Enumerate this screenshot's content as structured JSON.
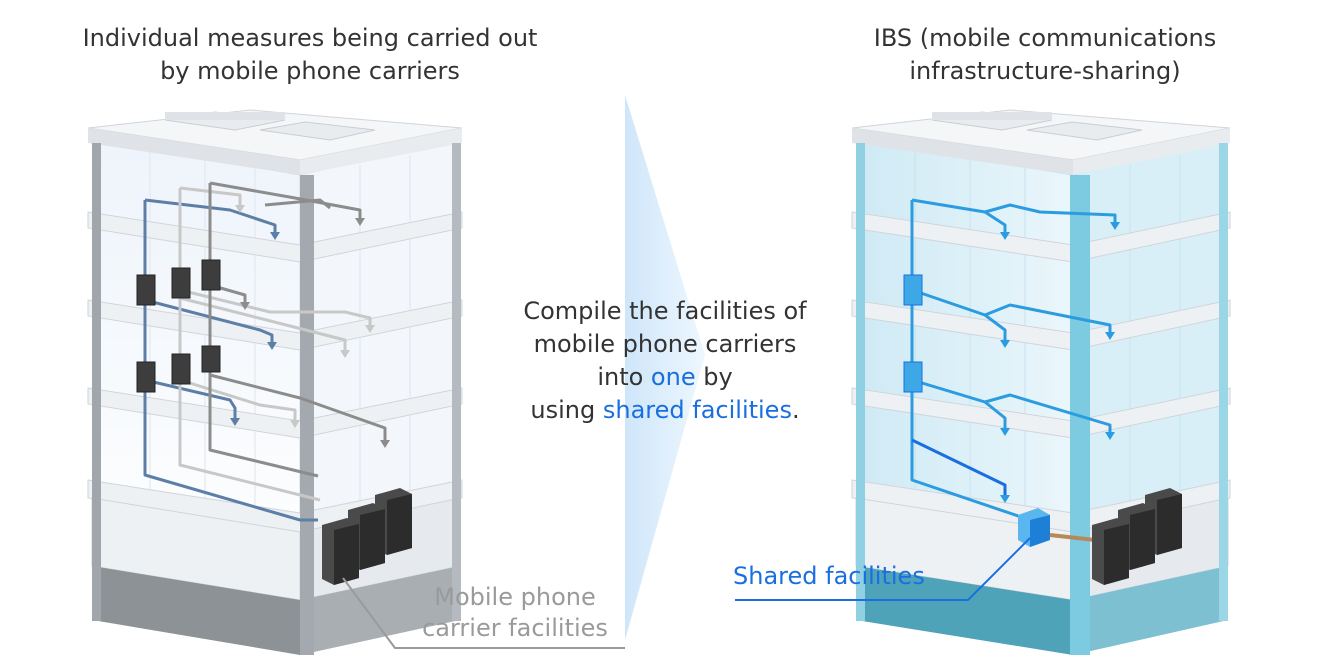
{
  "left_panel": {
    "title_lines": [
      "Individual measures being carried out",
      "by mobile phone carriers"
    ],
    "callout_lines": [
      "Mobile phone",
      "carrier facilities"
    ]
  },
  "center": {
    "line1": "Compile the facilities of",
    "line2": "mobile phone carriers",
    "line3_pre": "into ",
    "line3_hl": "one",
    "line3_post": " by",
    "line4_pre": "using ",
    "line4_hl": "shared facilities",
    "line4_post": "."
  },
  "right_panel": {
    "title_lines": [
      "IBS (mobile communications",
      "infrastructure-sharing)"
    ],
    "callout": "Shared facilities"
  },
  "colors": {
    "text": "#333333",
    "highlight": "#1a6fe0",
    "callout_grey": "#9a9a9a",
    "arrow": "#d6ebfb",
    "left_cable_blue": "#5d7ea6",
    "left_cable_grey": "#8c8c8c",
    "right_cable": "#2b9ce0",
    "right_column": "#7ccbe0",
    "right_base": "#4fa3b8"
  }
}
